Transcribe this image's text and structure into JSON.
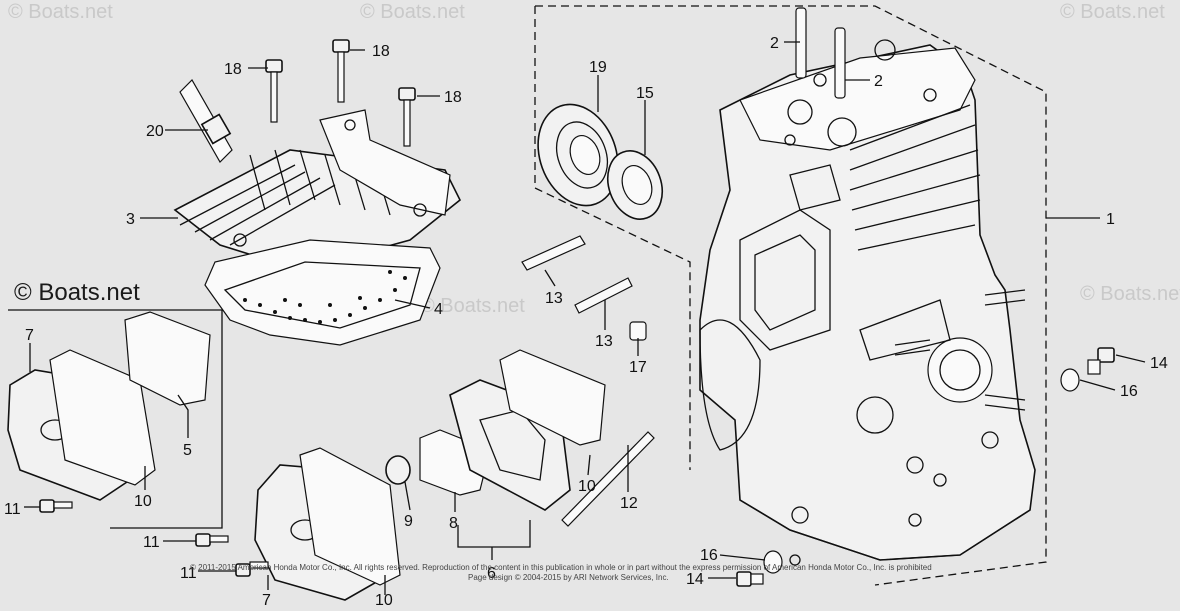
{
  "diagram": {
    "watermark": "© Boats.net",
    "callouts": {
      "c1": "1",
      "c2a": "2",
      "c2b": "2",
      "c3": "3",
      "c4": "4",
      "c5": "5",
      "c6": "6",
      "c7a": "7",
      "c7b": "7",
      "c8": "8",
      "c9": "9",
      "c10a": "10",
      "c10b": "10",
      "c10c": "10",
      "c11a": "11",
      "c11b": "11",
      "c11c": "11",
      "c12": "12",
      "c13a": "13",
      "c13b": "13",
      "c14a": "14",
      "c14b": "14",
      "c15": "15",
      "c16a": "16",
      "c16b": "16",
      "c17": "17",
      "c18a": "18",
      "c18b": "18",
      "c18c": "18",
      "c19": "19",
      "c20": "20"
    },
    "copyright_line1": "© 2011-2015 American Honda Motor Co., Inc. All rights reserved. Reproduction of the content in this publication in whole or in part without the express permission of American Honda Motor Co., Inc. is prohibited",
    "copyright_line2": "Page design © 2004-2015 by ARI Network Services, Inc."
  }
}
